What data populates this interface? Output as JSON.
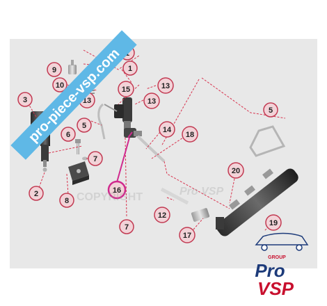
{
  "colors": {
    "panel": "#e8e8e8",
    "callout_fill": "#f2d3d8",
    "callout_stroke": "#c23a52",
    "leader": "#d8344f",
    "highlight": "#d02a8e",
    "banner": "#5fb8e6",
    "brand_red": "#c8102e",
    "brand_blue": "#1d3b7a"
  },
  "watermarks": {
    "banner_text": "pro-piece-vsp.com",
    "copyright_text": "COPYRIGHT",
    "copyright_brand": "Pro VSP"
  },
  "logo": {
    "tag": "GROUP",
    "line1": "Pro",
    "line2": "VSP"
  },
  "callouts": {
    "c1a": "1",
    "c1b": "1",
    "c2": "2",
    "c3": "3",
    "c5a": "5",
    "c5b": "5",
    "c6": "6",
    "c7a": "7",
    "c7b": "7",
    "c8": "8",
    "c9": "9",
    "c10": "10",
    "c12": "12",
    "c13a": "13",
    "c13b": "13",
    "c13c": "13",
    "c14": "14",
    "c15": "15",
    "c16": "16",
    "c17": "17",
    "c18": "18",
    "c19": "19",
    "c20": "20"
  }
}
